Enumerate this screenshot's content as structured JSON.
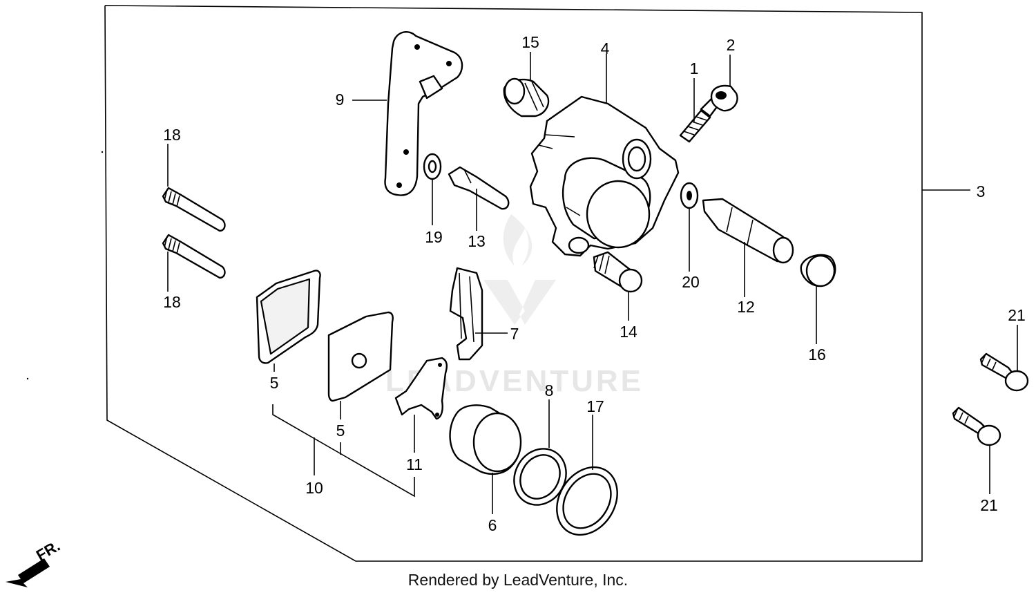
{
  "watermark": "LEADVENTURE",
  "direction_marker": {
    "label": "FR.",
    "icon": "arrow-down-left-icon"
  },
  "footer": "Rendered by LeadVenture, Inc.",
  "callouts": {
    "c1": "1",
    "c2": "2",
    "c3": "3",
    "c4": "4",
    "c5a": "5",
    "c5b": "5",
    "c6": "6",
    "c7": "7",
    "c8": "8",
    "c9": "9",
    "c10": "10",
    "c11": "11",
    "c12": "12",
    "c13": "13",
    "c14": "14",
    "c15": "15",
    "c16": "16",
    "c17": "17",
    "c18a": "18",
    "c18b": "18",
    "c19": "19",
    "c20": "20",
    "c21a": "21",
    "c21b": "21"
  }
}
